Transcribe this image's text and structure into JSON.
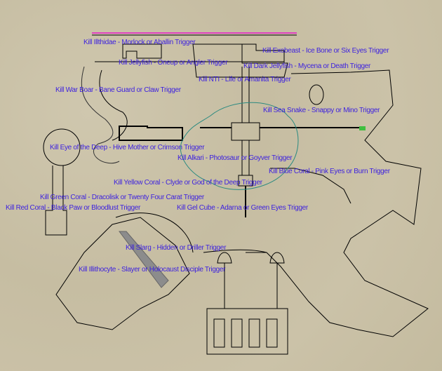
{
  "map": {
    "colors": {
      "background": "#c9c0a6",
      "walls": "#000000",
      "label": "#3b1fe0",
      "zone_outline": "#2a8a80",
      "marker": "#e040c0",
      "exit": "#3fbf3f"
    },
    "labels": [
      {
        "text": "Kill Illthidae - Morlock or Aballin Trigger"
      },
      {
        "text": "Kill Exobeast - Ice Bone or Six Eyes Trigger"
      },
      {
        "text": "Kill Jellyfish - Oneup or Angler Trigger"
      },
      {
        "text": "Kill Dark Jellyfish - Mycena or Death Trigger"
      },
      {
        "text": "Kill NTI - Life or Amanita Trigger"
      },
      {
        "text": "Kill War Boar - Bane Guard or Claw Trigger"
      },
      {
        "text": "Kill Sea Snake - Snappy or Mino Trigger"
      },
      {
        "text": "Kill Eye of the Deep - Hive Mother or Crimson Trigger"
      },
      {
        "text": "Kill Alkari - Photosaur or Goyver Trigger"
      },
      {
        "text": "Kill Blue Coral - Pink Eyes or Burn Trigger"
      },
      {
        "text": "Kill Yellow Coral - Clyde or God of the Deep Trigger"
      },
      {
        "text": "Kill Green Coral - Dracolisk or Twenty Four Carat Trigger"
      },
      {
        "text": "Kill Red Coral - Black Paw or Bloodlust Trigger"
      },
      {
        "text": "Kill Gel Cube - Adarna or Green Eyes Trigger"
      },
      {
        "text": "Kill Slarg - Hidden or Driller Trigger"
      },
      {
        "text": "Kill Illithocyte - Slayer or Holocaust Disciple Trigger"
      }
    ]
  }
}
